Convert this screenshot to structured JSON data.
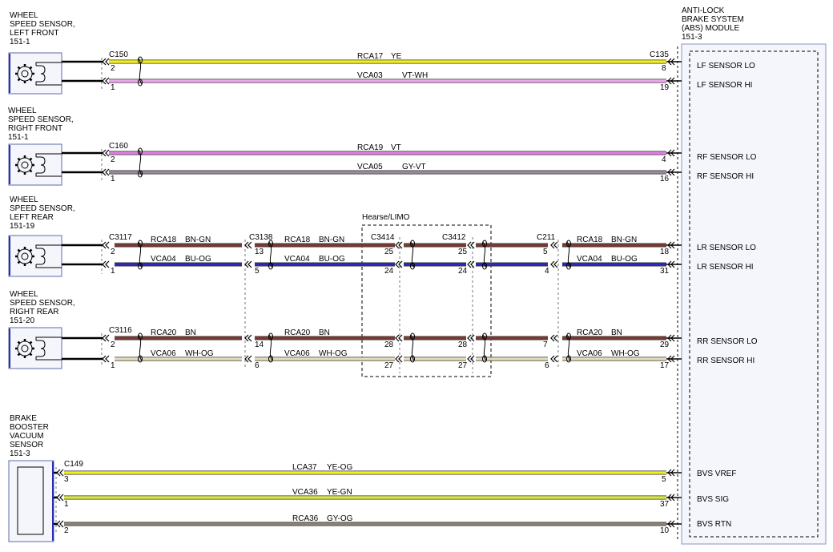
{
  "module": {
    "title_lines": [
      "ANTI-LOCK",
      "BRAKE SYSTEM",
      "(ABS) MODULE",
      "151-3"
    ],
    "pins": [
      {
        "label": "LF SENSOR LO"
      },
      {
        "label": "LF SENSOR HI"
      },
      {
        "label": "RF SENSOR LO"
      },
      {
        "label": "RF SENSOR HI"
      },
      {
        "label": "LR SENSOR LO"
      },
      {
        "label": "LR SENSOR HI"
      },
      {
        "label": "RR SENSOR LO"
      },
      {
        "label": "RR SENSOR HI"
      },
      {
        "label": "BVS VREF"
      },
      {
        "label": "BVS SIG"
      },
      {
        "label": "BVS RTN"
      }
    ]
  },
  "components": [
    {
      "lines": [
        "WHEEL",
        "SPEED SENSOR,",
        "LEFT FRONT",
        "151-1"
      ],
      "icon": "gear-icon"
    },
    {
      "lines": [
        "WHEEL",
        "SPEED SENSOR,",
        "RIGHT FRONT",
        "151-1"
      ],
      "icon": "gear-icon"
    },
    {
      "lines": [
        "WHEEL",
        "SPEED SENSOR,",
        "LEFT REAR",
        "151-19"
      ],
      "icon": "gear-icon"
    },
    {
      "lines": [
        "WHEEL",
        "SPEED SENSOR,",
        "RIGHT REAR",
        "151-20"
      ],
      "icon": "gear-icon"
    },
    {
      "lines": [
        "BRAKE",
        "BOOSTER",
        "VACUUM",
        "SENSOR",
        "151-3"
      ],
      "icon": "sensor-icon"
    }
  ],
  "connectors": {
    "c150": "C150",
    "c135": "C135",
    "c160": "C160",
    "c3117": "C3117",
    "c3138": "C3138",
    "c3414": "C3414",
    "c3412": "C3412",
    "c211": "C211",
    "c3116": "C3116",
    "c149": "C149"
  },
  "option_box_label": "Hearse/LIMO",
  "wires": [
    {
      "circuit": "RCA17",
      "color_code": "YE",
      "color": "#f2ee22",
      "pins": [
        "2",
        "8"
      ]
    },
    {
      "circuit": "VCA03",
      "color_code": "VT-WH",
      "color": "#f0a6ee",
      "pins": [
        "1",
        "19"
      ]
    },
    {
      "circuit": "RCA19",
      "color_code": "VT",
      "color": "#e07ee0",
      "pins": [
        "2",
        "4"
      ]
    },
    {
      "circuit": "VCA05",
      "color_code": "GY-VT",
      "color": "#9a8a9a",
      "pins": [
        "1",
        "16"
      ]
    },
    {
      "circuit": "RCA18",
      "color_code": "BN-GN",
      "color": "#7a3a32",
      "pins": [
        "2",
        "13",
        "25",
        "25",
        "5",
        "18"
      ]
    },
    {
      "circuit": "VCA04",
      "color_code": "BU-OG",
      "color": "#2a2ab8",
      "pins": [
        "1",
        "5",
        "24",
        "24",
        "4",
        "31"
      ]
    },
    {
      "circuit": "RCA20",
      "color_code": "BN",
      "color": "#7a3a32",
      "pins": [
        "2",
        "14",
        "28",
        "28",
        "7",
        "29"
      ]
    },
    {
      "circuit": "VCA06",
      "color_code": "WH-OG",
      "color": "#e6dcb8",
      "pins": [
        "1",
        "6",
        "27",
        "27",
        "6",
        "17"
      ]
    },
    {
      "circuit": "LCA37",
      "color_code": "YE-OG",
      "color": "#f2ee22",
      "pins": [
        "3",
        "5"
      ]
    },
    {
      "circuit": "VCA36",
      "color_code": "YE-GN",
      "color": "#d8e84a",
      "pins": [
        "1",
        "37"
      ]
    },
    {
      "circuit": "RCA36",
      "color_code": "GY-OG",
      "color": "#8c8275",
      "pins": [
        "2",
        "10"
      ]
    }
  ]
}
